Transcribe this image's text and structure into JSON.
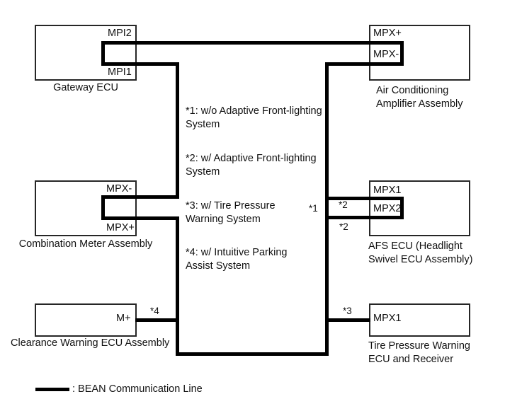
{
  "diagram": {
    "line_color": "#000000",
    "legend": {
      "label": ": BEAN Communication Line"
    },
    "nodes": {
      "gateway": {
        "caption": "Gateway ECU",
        "port_top": "MPI2",
        "port_bottom": "MPI1"
      },
      "air_conditioning": {
        "caption1": "Air Conditioning",
        "caption2": "Amplifier Assembly",
        "port_top": "MPX+",
        "port_bottom": "MPX-"
      },
      "combination_meter": {
        "caption": "Combination Meter Assembly",
        "port_top": "MPX-",
        "port_bottom": "MPX+"
      },
      "afs_ecu": {
        "caption1": "AFS ECU (Headlight",
        "caption2": "Swivel ECU Assembly)",
        "port_top": "MPX1",
        "port_bottom": "MPX2"
      },
      "clearance_warning": {
        "caption": "Clearance Warning ECU Assembly",
        "port": "M+"
      },
      "tire_pressure": {
        "caption1": "Tire Pressure Warning",
        "caption2": "ECU and Receiver",
        "port": "MPX1"
      }
    },
    "notes": [
      {
        "line1": "*1: w/o Adaptive Front-lighting",
        "line2": "System"
      },
      {
        "line1": "*2: w/ Adaptive Front-lighting",
        "line2": "System"
      },
      {
        "line1": "*3: w/ Tire Pressure",
        "line2": "Warning System"
      },
      {
        "line1": "*4: w/ Intuitive Parking",
        "line2": "Assist System"
      }
    ],
    "markers": {
      "m1": "*1",
      "m2_top": "*2",
      "m2_bottom": "*2",
      "m3": "*3",
      "m4": "*4"
    }
  }
}
